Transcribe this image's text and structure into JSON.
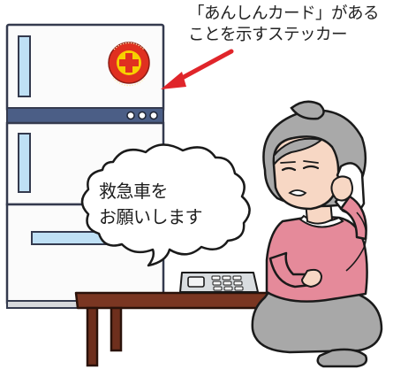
{
  "caption": {
    "line1": "「あんしんカード」がある",
    "line2": "ことを示すステッカー"
  },
  "speech_bubble": {
    "line1": "救急車を",
    "line2": "お願いします"
  },
  "colors": {
    "fridge_body": "#fbfbfb",
    "fridge_outline": "#343a4e",
    "fridge_band": "#4b5e86",
    "handle_fill": "#bfe0f5",
    "sticker_red": "#e03020",
    "sticker_yellow": "#f7d000",
    "arrow_red": "#e0252a",
    "table_wood": "#6e2f1d",
    "phone_gray": "#d9dde0",
    "woman_top": "#e58a9a",
    "woman_skirt": "#a8a8a8",
    "hair": "#a9a9a9",
    "skin": "#f7d7c4"
  },
  "icons": [
    "sticker-icon",
    "arrow-icon",
    "telephone-icon"
  ]
}
